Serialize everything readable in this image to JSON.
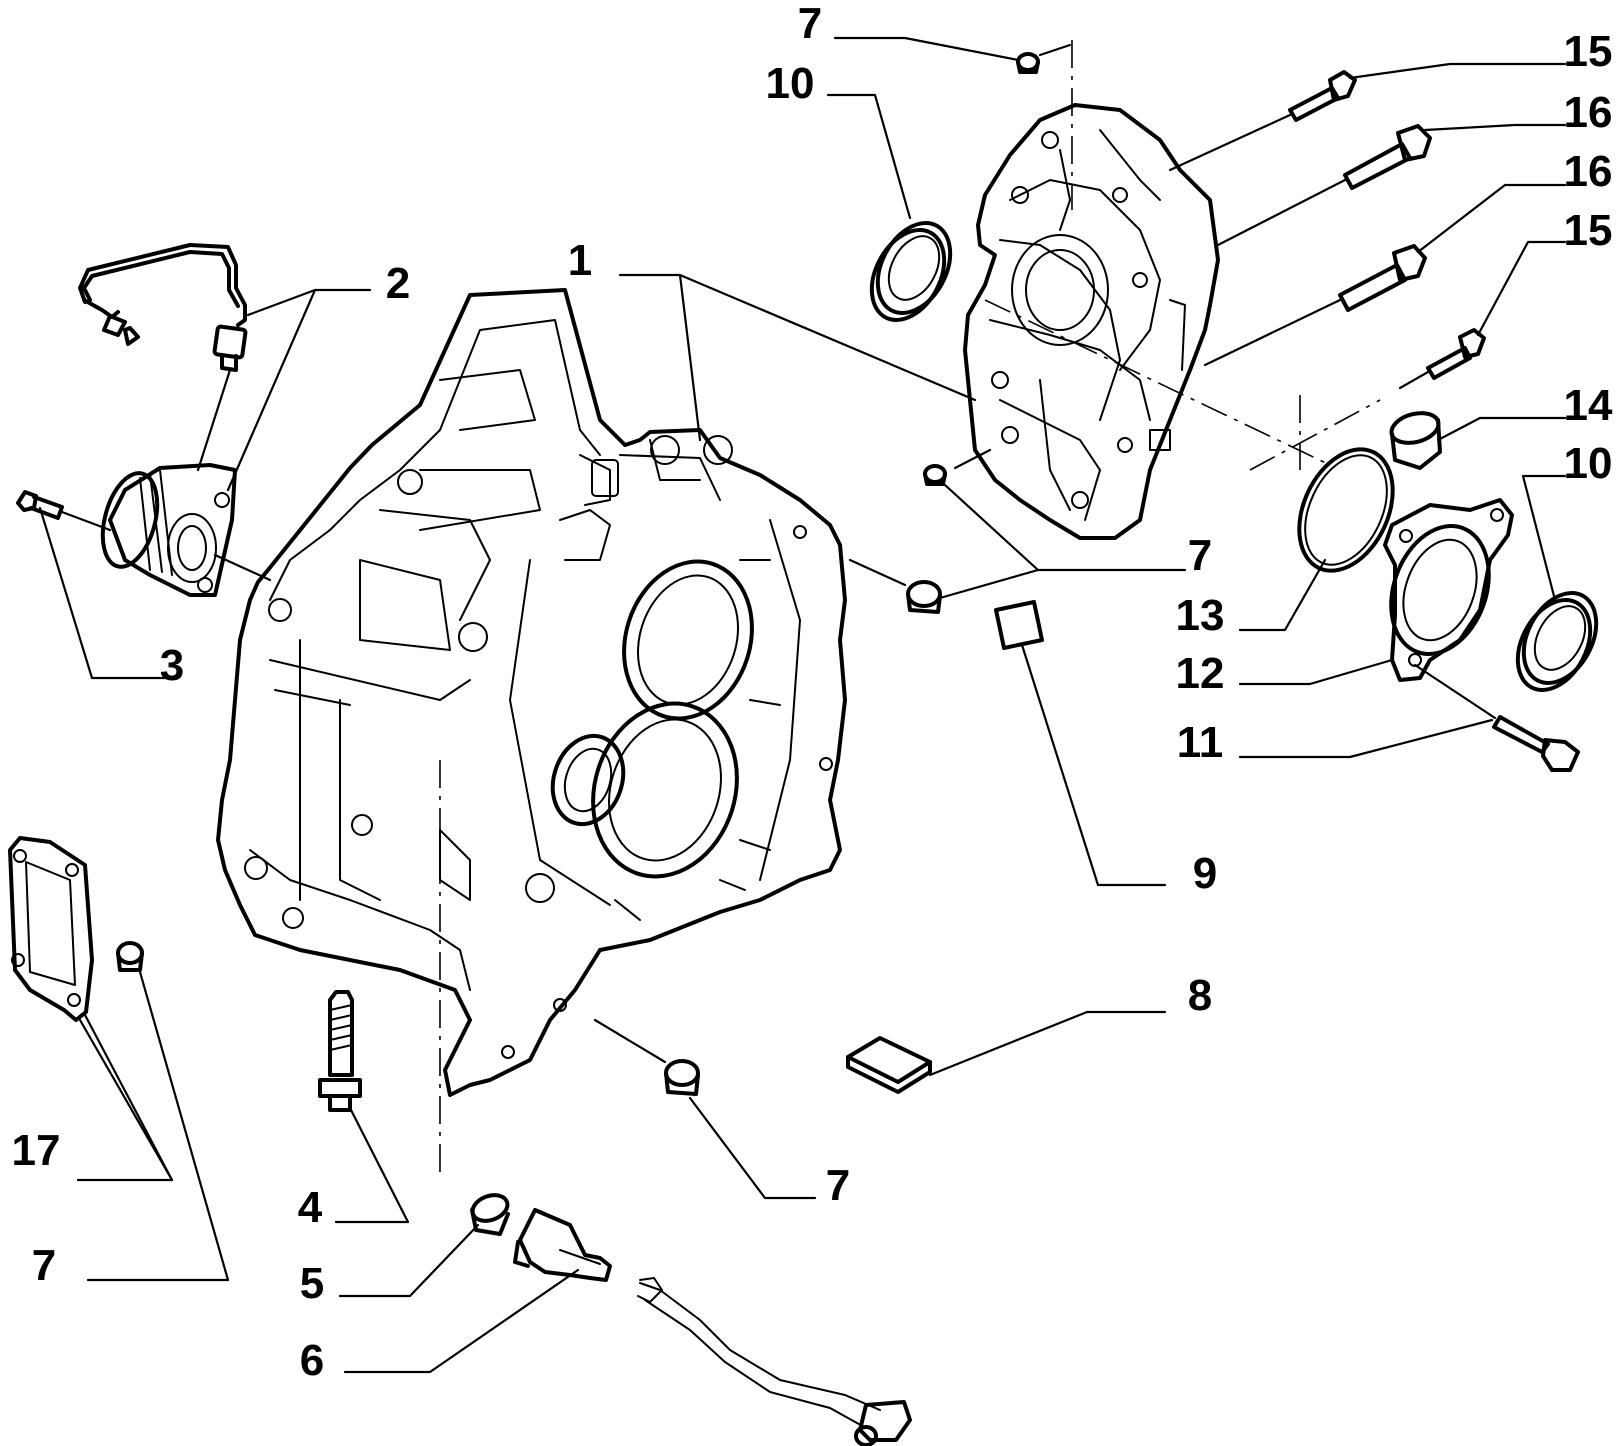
{
  "callouts": [
    {
      "id": "c1",
      "text": "1"
    },
    {
      "id": "c2",
      "text": "2"
    },
    {
      "id": "c3",
      "text": "3"
    },
    {
      "id": "c4",
      "text": "4"
    },
    {
      "id": "c5",
      "text": "5"
    },
    {
      "id": "c6",
      "text": "6"
    },
    {
      "id": "c7a",
      "text": "7"
    },
    {
      "id": "c7b",
      "text": "7"
    },
    {
      "id": "c7c",
      "text": "7"
    },
    {
      "id": "c7d",
      "text": "7"
    },
    {
      "id": "c8",
      "text": "8"
    },
    {
      "id": "c9",
      "text": "9"
    },
    {
      "id": "c10a",
      "text": "10"
    },
    {
      "id": "c10b",
      "text": "10"
    },
    {
      "id": "c11",
      "text": "11"
    },
    {
      "id": "c12",
      "text": "12"
    },
    {
      "id": "c13",
      "text": "13"
    },
    {
      "id": "c14",
      "text": "14"
    },
    {
      "id": "c15a",
      "text": "15"
    },
    {
      "id": "c15b",
      "text": "15"
    },
    {
      "id": "c16a",
      "text": "16"
    },
    {
      "id": "c16b",
      "text": "16"
    },
    {
      "id": "c17",
      "text": "17"
    }
  ],
  "colors": {
    "line": "#000000",
    "background": "#ffffff"
  }
}
